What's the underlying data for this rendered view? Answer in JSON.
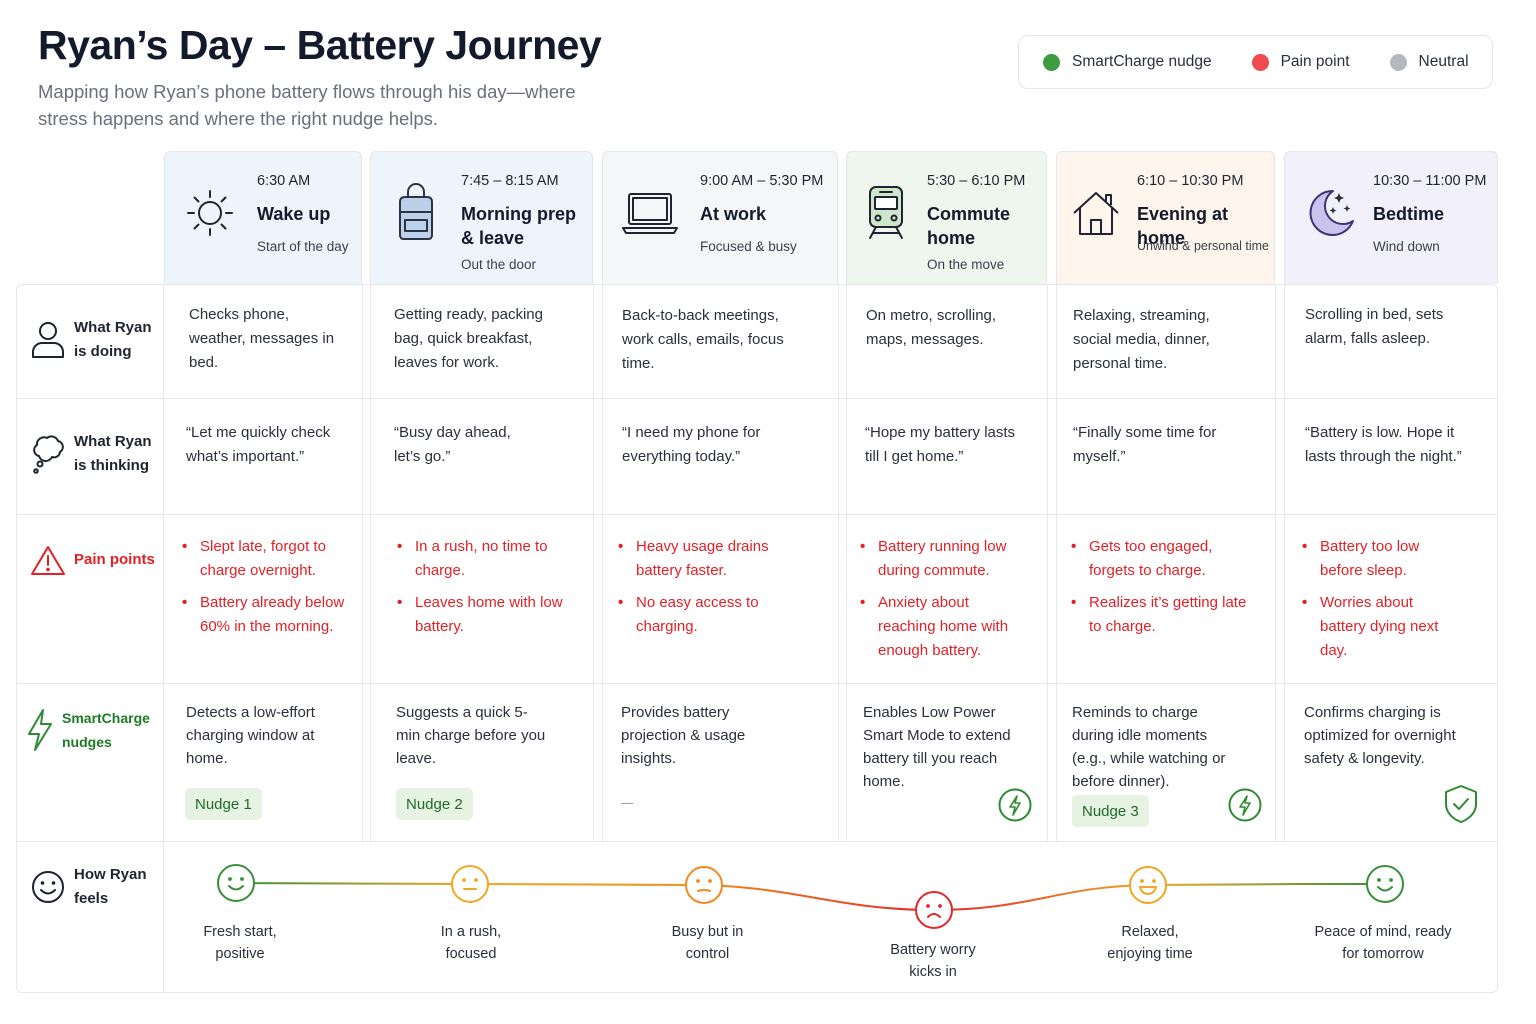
{
  "header": {
    "title": "Ryan’s Day – Battery Journey",
    "subtitle": "Mapping how Ryan’s phone battery flows through his day—where stress happens and where the right nudge helps."
  },
  "legend": [
    {
      "label": "SmartCharge nudge",
      "color": "#3f9b3f"
    },
    {
      "label": "Pain point",
      "color": "#f04a4f"
    },
    {
      "label": "Neutral",
      "color": "#b5b8bf"
    }
  ],
  "stages": [
    {
      "time": "6:30 AM",
      "name": "Wake up",
      "desc": "Start of the day",
      "icon": "sun-icon",
      "bg": "#eef4fb"
    },
    {
      "time": "7:45 – 8:15 AM",
      "name": "Morning prep & leave",
      "desc": "Out the door",
      "icon": "bag-icon",
      "bg": "#eef4fb"
    },
    {
      "time": "9:00 AM – 5:30 PM",
      "name": "At work",
      "desc": "Focused & busy",
      "icon": "laptop-icon",
      "bg": "#f5f6f7"
    },
    {
      "time": "5:30 – 6:10 PM",
      "name": "Commute home",
      "desc": "On the move",
      "icon": "train-icon",
      "bg": "#eef6ee"
    },
    {
      "time": "6:10 – 10:30 PM",
      "name": "Evening at home",
      "desc": "Unwind & personal time",
      "icon": "house-icon",
      "bg": "#fdf4ec"
    },
    {
      "time": "10:30 – 11:00 PM",
      "name": "Bedtime",
      "desc": "Wind down",
      "icon": "moon-icon",
      "bg": "#f1f0fb"
    }
  ],
  "rows": {
    "doing": {
      "label": "What Ryan is doing",
      "icon": "person-icon"
    },
    "thinking": {
      "label": "What Ryan is thinking",
      "icon": "thought-bubble-icon"
    },
    "pain": {
      "label": "Pain points",
      "icon": "warning-icon"
    },
    "nudges": {
      "label": "SmartCharge nudges",
      "icon": "lightning-icon"
    },
    "feels": {
      "label": "How Ryan feels",
      "icon": "smiley-icon"
    }
  },
  "doing": [
    "Checks phone, weather, messages in bed.",
    "Getting ready, packing bag, quick breakfast, leaves for work.",
    "Back-to-back meetings, work calls, emails, focus time.",
    "On metro, scrolling, maps, messages.",
    "Relaxing, streaming, social media, dinner, personal time.",
    "Scrolling in bed, sets alarm, falls asleep."
  ],
  "thinking": [
    "“Let me quickly check what’s important.”",
    "“Busy day ahead, let’s go.”",
    "“I need my phone for everything today.”",
    "“Hope my battery lasts till I get home.”",
    "“Finally some time for myself.”",
    "“Battery is low. Hope it lasts through the night.”"
  ],
  "pain": [
    [
      "Slept late, forgot to charge overnight.",
      "Battery already below 60% in the morning."
    ],
    [
      "In a rush, no time to charge.",
      "Leaves home with low battery."
    ],
    [
      "Heavy usage drains battery faster.",
      "No easy access to charging."
    ],
    [
      "Battery running low during commute.",
      "Anxiety about reaching home with enough battery."
    ],
    [
      "Gets too engaged, forgets to charge.",
      "Realizes it’s getting late to charge."
    ],
    [
      "Battery too low before sleep.",
      "Worries about battery dying next day."
    ]
  ],
  "nudges": [
    {
      "text": "Detects a low-effort charging window at home.",
      "badge": "Nudge 1",
      "icon": ""
    },
    {
      "text": "Suggests a quick 5-min charge before you leave.",
      "badge": "Nudge 2",
      "icon": ""
    },
    {
      "text": "Provides battery projection & usage insights.",
      "badge": "",
      "icon": ""
    },
    {
      "text": "Enables Low Power Smart Mode to extend battery till you reach home.",
      "badge": "",
      "icon": "lightning-circle-icon"
    },
    {
      "text": "Reminds to charge during idle moments (e.g., while watching or before dinner).",
      "badge": "Nudge 3",
      "icon": "lightning-circle-icon"
    },
    {
      "text": "Confirms charging is optimized for overnight safety & longevity.",
      "badge": "",
      "icon": "shield-check-icon"
    }
  ],
  "feelings": [
    {
      "label": "Fresh start, positive",
      "mood": "happy",
      "color": "#3a8f3a"
    },
    {
      "label": "In a rush, focused",
      "mood": "neutral",
      "color": "#f2a623"
    },
    {
      "label": "Busy but in control",
      "mood": "neutral-down",
      "color": "#f08a1d"
    },
    {
      "label": "Battery worry kicks in",
      "mood": "sad",
      "color": "#e3262b"
    },
    {
      "label": "Relaxed, enjoying time",
      "mood": "grin",
      "color": "#f2a623"
    },
    {
      "label": "Peace of mind, ready for tomorrow",
      "mood": "happy",
      "color": "#3a8f3a"
    }
  ]
}
